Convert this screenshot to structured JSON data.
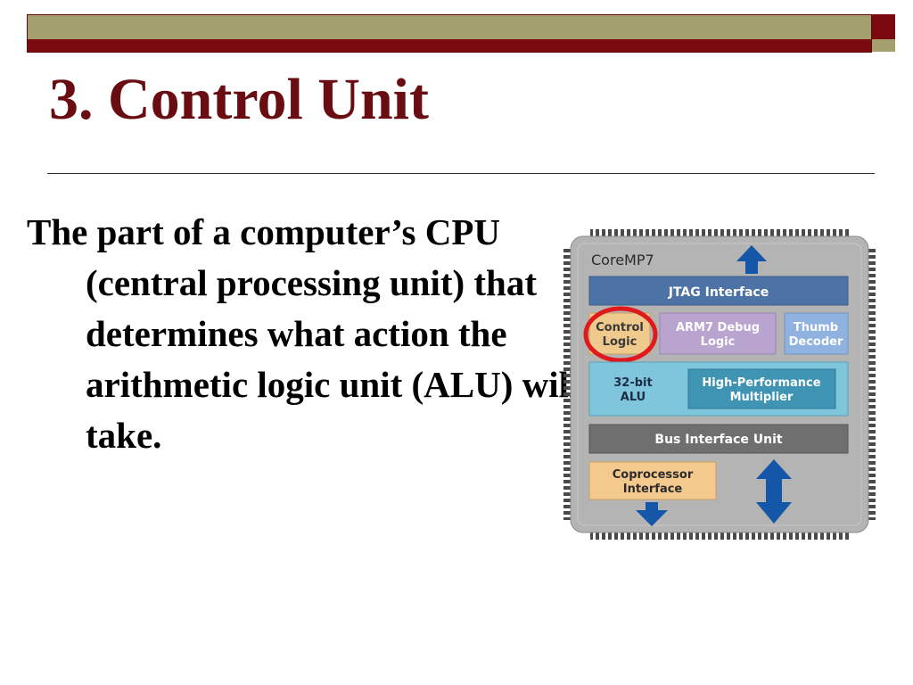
{
  "slide": {
    "title": "3. Control Unit",
    "body": "The part of a computer’s CPU (central processing unit) that determines what action the arithmetic logic unit (ALU) will take."
  },
  "diagram": {
    "chip_label": "CoreMP7",
    "blocks": {
      "jtag": "JTAG Interface",
      "control_logic": [
        "Control",
        "Logic"
      ],
      "arm7_debug": [
        "ARM7 Debug",
        "Logic"
      ],
      "thumb_decoder": [
        "Thumb",
        "Decoder"
      ],
      "alu": [
        "32-bit",
        "ALU"
      ],
      "multiplier": [
        "High-Performance",
        "Multiplier"
      ],
      "bus_interface": "Bus Interface Unit",
      "coprocessor": [
        "Coprocessor",
        "Interface"
      ]
    }
  },
  "colors": {
    "title": "#6a0d12",
    "band_olive": "#a3a06e",
    "band_maroon": "#7a0a0f",
    "highlight_circle": "#e0191c"
  }
}
